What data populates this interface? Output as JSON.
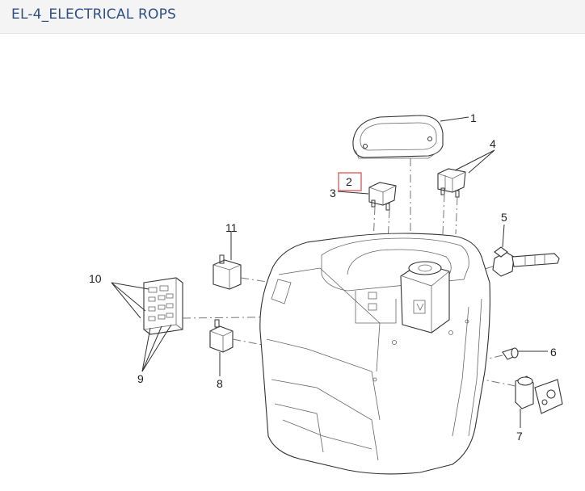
{
  "header": {
    "title": "EL-4_ELECTRICAL ROPS"
  },
  "colors": {
    "title": "#2f4f86",
    "highlight": "#e06a6a",
    "line": "#333333"
  },
  "callouts": {
    "c1": "1",
    "c2": "2",
    "c3": "3",
    "c4": "4",
    "c5": "5",
    "c6": "6",
    "c7": "7",
    "c8": "8",
    "c9": "9",
    "c10": "10",
    "c11": "11"
  },
  "highlighted_callout": "2"
}
